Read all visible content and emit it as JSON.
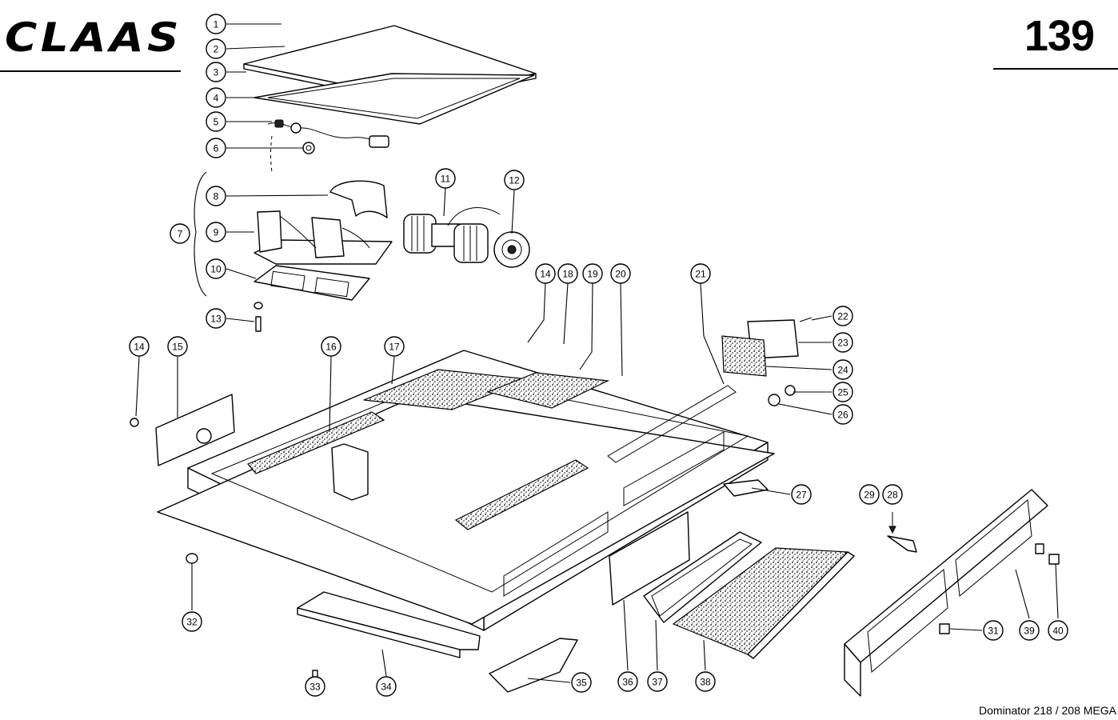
{
  "header": {
    "brand": "CLAAS",
    "page_number": "139"
  },
  "footer": {
    "model": "Dominator 218 / 208 MEGA"
  },
  "callouts": [
    "1",
    "2",
    "3",
    "4",
    "5",
    "6",
    "7",
    "8",
    "9",
    "10",
    "11",
    "12",
    "13",
    "14",
    "18",
    "19",
    "20",
    "21",
    "22",
    "23",
    "24",
    "25",
    "26",
    "14",
    "15",
    "16",
    "17",
    "27",
    "29",
    "28",
    "32",
    "31",
    "39",
    "40",
    "33",
    "34",
    "35",
    "36",
    "37",
    "38"
  ],
  "colors": {
    "ink": "#000000",
    "paper": "#ffffff"
  }
}
